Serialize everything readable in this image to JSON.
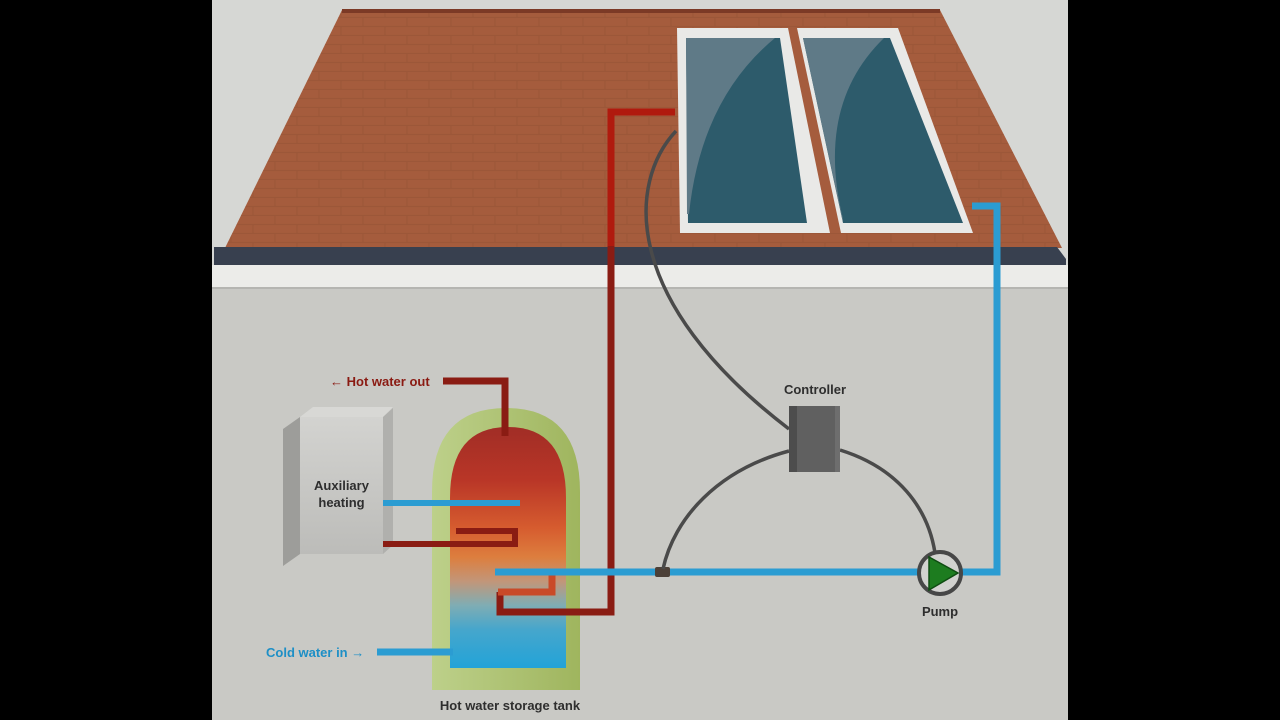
{
  "labels": {
    "hot_water_out": "← Hot water out",
    "auxiliary_heating": "Auxiliary\nheating",
    "cold_water_in": "Cold water in →",
    "storage_tank": "Hot water storage tank",
    "controller": "Controller",
    "pump": "Pump"
  },
  "colors": {
    "letterbox": "#000000",
    "sky": "#d6d7d4",
    "wall": "#c9c9c5",
    "wall_strip": "#ecece9",
    "wall_line": "#b5b5b1",
    "roof": "#a55c3d",
    "roof_ridge": "#7c3a26",
    "eave": "#38404f",
    "panel_frame": "#e9e9e7",
    "panel_glass": "#2d5b6b",
    "panel_reflection": "#5f7a87",
    "hot_pipe_roof": "#b01a0e",
    "hot_pipe": "#8a1c13",
    "hot_coil": "#c94a28",
    "cold_pipe": "#2b9cd2",
    "tank_shell_light": "#bdd08a",
    "tank_shell_dark": "#9fb55e",
    "tank_top": "#a12d26",
    "tank_hot": "#d65c2f",
    "tank_warm": "#dd7e3e",
    "tank_mid": "#c29679",
    "tank_cool": "#7fadb4",
    "tank_cold": "#22a3d8",
    "aux_box_front": "#c7c7c4",
    "aux_box_side": "#9d9d9a",
    "aux_box_top": "#d8d8d5",
    "aux_box_edge": "#b0b0ad",
    "controller_box": "#606060",
    "controller_box_shade": "#4d4d4d",
    "controller_box_light": "#6e6e6e",
    "wire": "#4a4a4a",
    "pump_body": "#d2d2cf",
    "pump_ring": "#474747",
    "pump_green": "#1d7c1f",
    "sensor": "#4c4038"
  },
  "label_colors": {
    "hot_text": "#8a1a12",
    "cold_text": "#1d8fc6",
    "dark_text": "#2e2e2e"
  }
}
